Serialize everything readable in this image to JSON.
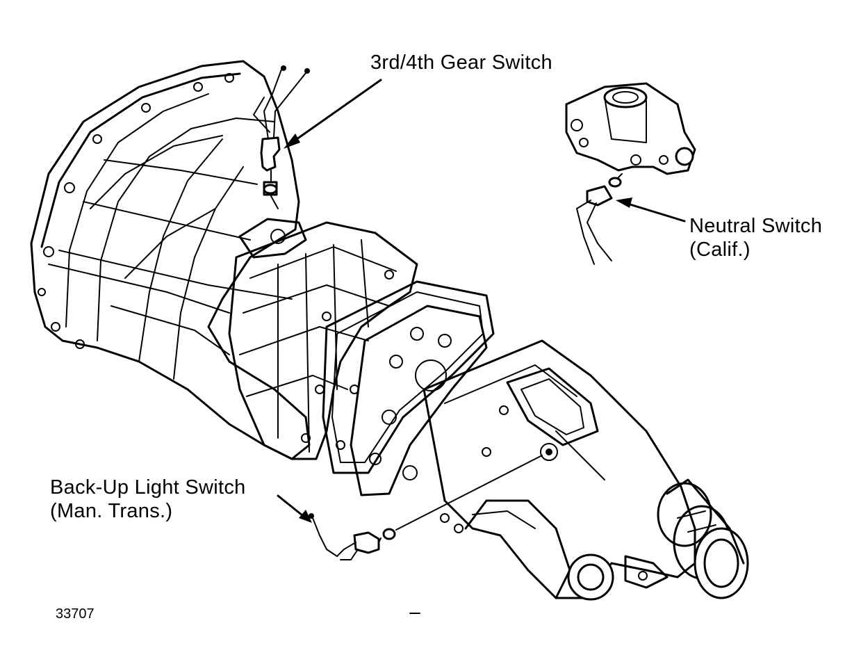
{
  "labels": {
    "gear_switch": "3rd/4th Gear Switch",
    "neutral_switch_line1": "Neutral Switch",
    "neutral_switch_line2": "(Calif.)",
    "backup_switch_line1": "Back-Up Light Switch",
    "backup_switch_line2": "(Man. Trans.)",
    "figure_number": "33707"
  },
  "colors": {
    "ink": "#000000",
    "paper": "#ffffff"
  }
}
